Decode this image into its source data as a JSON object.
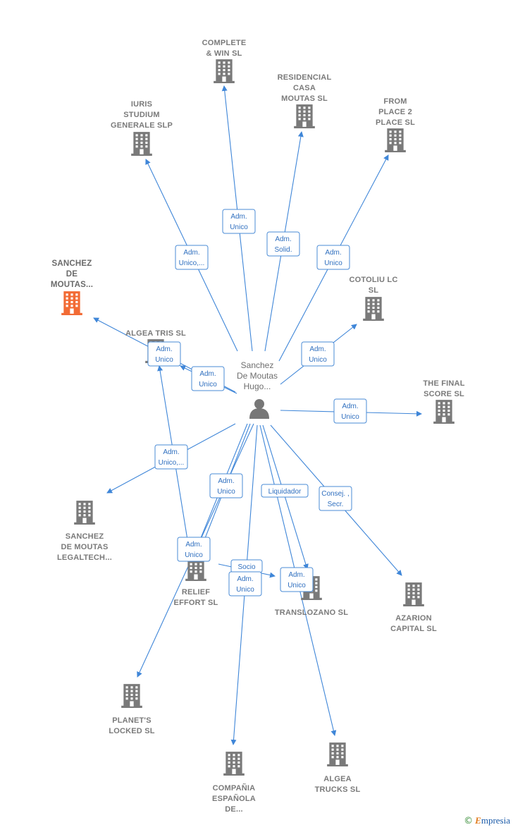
{
  "colors": {
    "edge": "#3f86d8",
    "building": "#7a7a7a",
    "highlight": "#f26b35",
    "person": "#777777"
  },
  "center": {
    "label": [
      "Sanchez",
      "De Moutas",
      "Hugo..."
    ]
  },
  "nodes": [
    {
      "id": "complete",
      "label": [
        "COMPLETE",
        "& WIN  SL"
      ],
      "highlight": false
    },
    {
      "id": "residencial",
      "label": [
        "RESIDENCIAL",
        "CASA",
        "MOUTAS SL"
      ],
      "highlight": false
    },
    {
      "id": "iuris",
      "label": [
        "IURIS",
        "STUDIUM",
        "GENERALE SLP"
      ],
      "highlight": false
    },
    {
      "id": "from",
      "label": [
        "FROM",
        "PLACE 2",
        "PLACE  SL"
      ],
      "highlight": false
    },
    {
      "id": "sanchezmoutas",
      "label": [
        "SANCHEZ",
        "DE",
        "MOUTAS..."
      ],
      "highlight": true
    },
    {
      "id": "cotoliu",
      "label": [
        "COTOLIU LC",
        "SL"
      ],
      "highlight": false
    },
    {
      "id": "algeatris",
      "label": [
        "ALGEA TRIS SL"
      ],
      "highlight": false
    },
    {
      "id": "finalscore",
      "label": [
        "THE FINAL",
        "SCORE  SL"
      ],
      "highlight": false
    },
    {
      "id": "legaltech",
      "label": [
        "SANCHEZ",
        "DE MOUTAS",
        "LEGALTECH..."
      ],
      "highlight": false
    },
    {
      "id": "relief",
      "label": [
        "RELIEF",
        "EFFORT  SL"
      ],
      "highlight": false
    },
    {
      "id": "translozano",
      "label": [
        "TRANSLOZANO SL"
      ],
      "highlight": false
    },
    {
      "id": "azarion",
      "label": [
        "AZARION",
        "CAPITAL  SL"
      ],
      "highlight": false
    },
    {
      "id": "planets",
      "label": [
        "PLANET'S",
        "LOCKED  SL"
      ],
      "highlight": false
    },
    {
      "id": "compania",
      "label": [
        "COMPAÑIA",
        "ESPAÑOLA",
        "DE..."
      ],
      "highlight": false
    },
    {
      "id": "algeatrucks",
      "label": [
        "ALGEA",
        "TRUCKS  SL"
      ],
      "highlight": false
    }
  ],
  "edges": [
    {
      "to": "complete",
      "label": [
        "Adm.",
        "Unico"
      ]
    },
    {
      "to": "residencial",
      "label": [
        "Adm.",
        "Solid."
      ]
    },
    {
      "to": "iuris",
      "label": [
        "Adm.",
        "Unico,..."
      ]
    },
    {
      "to": "from",
      "label": [
        "Adm.",
        "Unico"
      ]
    },
    {
      "to": "cotoliu",
      "label": [
        "Adm.",
        "Unico"
      ]
    },
    {
      "to": "sanchezmoutas",
      "label": [
        "Adm.",
        "Unico"
      ]
    },
    {
      "to": "algeatris",
      "label": [
        "Adm.",
        "Unico"
      ]
    },
    {
      "to": "finalscore",
      "label": [
        "Adm.",
        "Unico"
      ]
    },
    {
      "to": "legaltech",
      "label": [
        "Adm.",
        "Unico,..."
      ]
    },
    {
      "to": "relief",
      "label": [
        "Adm.",
        "Unico"
      ]
    },
    {
      "to": "translozano",
      "label": [
        "Liquidador"
      ]
    },
    {
      "to": "azarion",
      "label": [
        "Consej. ,",
        "Secr."
      ]
    },
    {
      "to": "planets",
      "label": [
        "Adm.",
        "Unico"
      ]
    },
    {
      "to": "relief_translozano",
      "label": [
        "Socio"
      ]
    },
    {
      "to": "compania",
      "label": [
        "Adm.",
        "Unico"
      ]
    },
    {
      "to": "algeatrucks",
      "label": [
        "Adm.",
        "Unico"
      ]
    }
  ],
  "footer": {
    "copyright": "©",
    "brand_initial": "E",
    "brand_rest": "mpresia"
  }
}
